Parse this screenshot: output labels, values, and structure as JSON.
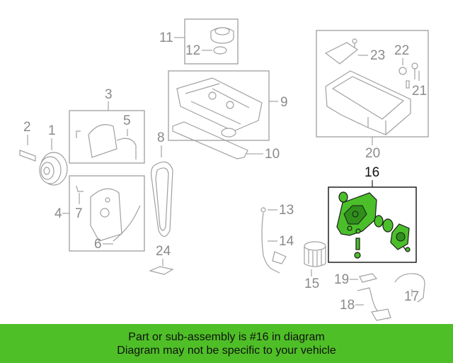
{
  "diagram": {
    "callouts": [
      "1",
      "2",
      "3",
      "4",
      "5",
      "6",
      "7",
      "8",
      "9",
      "10",
      "11",
      "12",
      "13",
      "14",
      "15",
      "16",
      "17",
      "18",
      "19",
      "20",
      "21",
      "22",
      "23",
      "24"
    ],
    "highlighted_part": "16",
    "highlight_color": "#4bbf2a"
  },
  "footer": {
    "line1": "Part or sub-assembly is #16 in diagram",
    "line2": "Diagram may not be specific to your vehicle",
    "background": "#4fbf27"
  }
}
